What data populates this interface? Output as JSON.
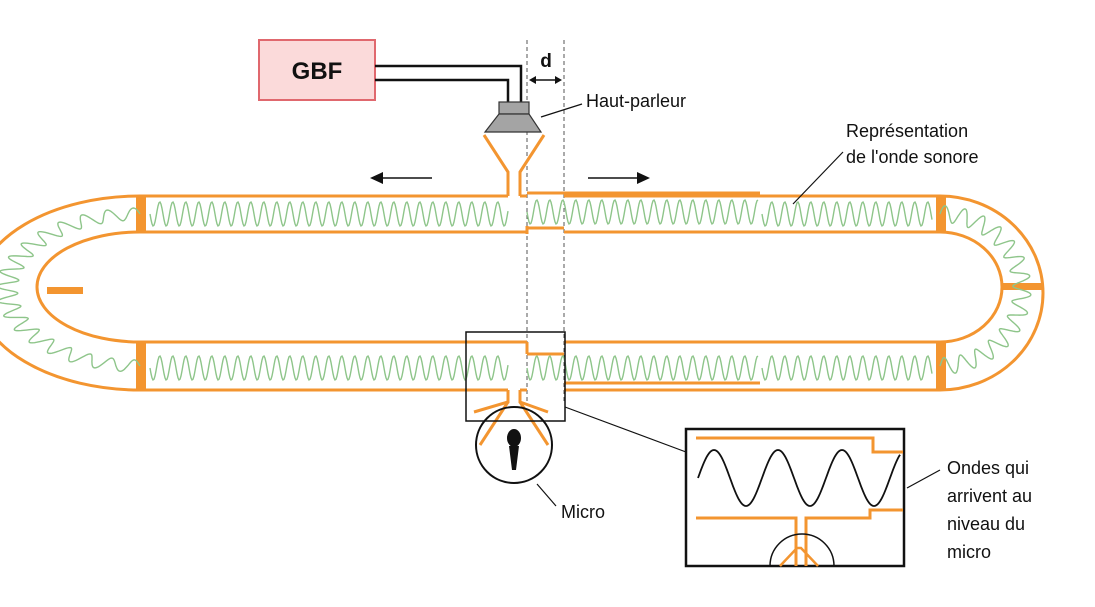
{
  "labels": {
    "generator": "GBF",
    "distance": "d",
    "speaker": "Haut-parleur",
    "wave_line1": "Représentation",
    "wave_line2": "de l'onde sonore",
    "micro": "Micro",
    "waves_line1": "Ondes qui",
    "waves_line2": "arrivent au",
    "waves_line3": "niveau du",
    "waves_line4": "micro"
  },
  "colors": {
    "tube": "#f39530",
    "wave": "#8ec58a",
    "generator_fill": "#fbdada",
    "generator_border": "#e0686e",
    "speaker": "#a4a4a4",
    "ink": "#111111"
  }
}
